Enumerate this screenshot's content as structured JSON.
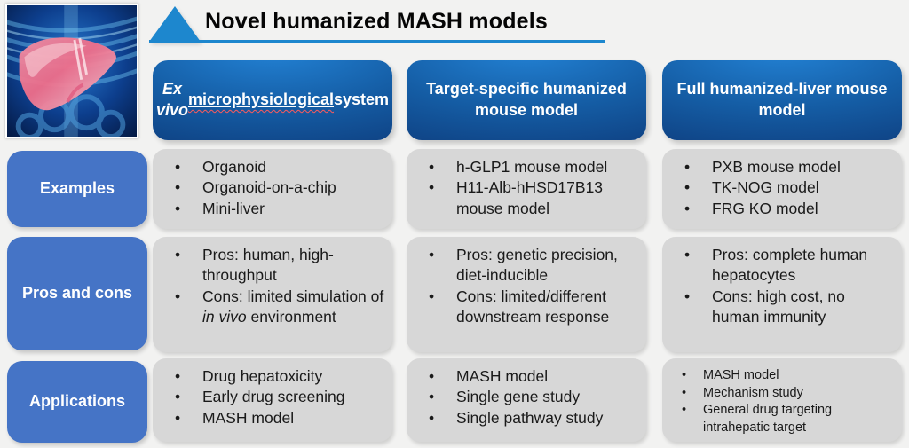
{
  "page": {
    "title": "Novel humanized MASH models"
  },
  "row_labels": {
    "examples": "Examples",
    "pros_cons": "Pros and cons",
    "applications": "Applications"
  },
  "columns": [
    {
      "header": "*Ex vivo* _microphysiological_ system",
      "examples": [
        "Organoid",
        "Organoid-on-a-chip",
        "Mini-liver"
      ],
      "pros_cons": [
        "Pros: human, high-throughput",
        "Cons: limited simulation of *in vivo* environment"
      ],
      "applications": [
        "Drug hepatoxicity",
        "Early drug screening",
        "MASH model"
      ]
    },
    {
      "header": "Target-specific humanized mouse model",
      "examples": [
        "h-GLP1 mouse model",
        "H11-Alb-hHSD17B13 mouse model"
      ],
      "pros_cons": [
        "Pros: genetic precision, diet-inducible",
        "Cons: limited/different downstream response"
      ],
      "applications": [
        "MASH model",
        "Single gene study",
        "Single pathway study"
      ]
    },
    {
      "header": "Full humanized-liver mouse model",
      "examples": [
        "PXB mouse model",
        "TK-NOG model",
        "FRG KO model"
      ],
      "pros_cons": [
        "Pros: complete human hepatocytes",
        "Cons: high cost, no human immunity"
      ],
      "applications": [
        "MASH model",
        "Mechanism study",
        "General drug targeting intrahepatic target"
      ]
    }
  ],
  "icons": {
    "triangle": "accent-triangle",
    "liver": "liver-illustration"
  },
  "colors": {
    "accent_blue": "#1d87ce",
    "header_blue_light": "#2383d6",
    "header_blue_dark": "#0d3a7a",
    "label_blue": "#4574c6",
    "cell_gray": "#d7d7d7",
    "background": "#f2f2f1"
  }
}
